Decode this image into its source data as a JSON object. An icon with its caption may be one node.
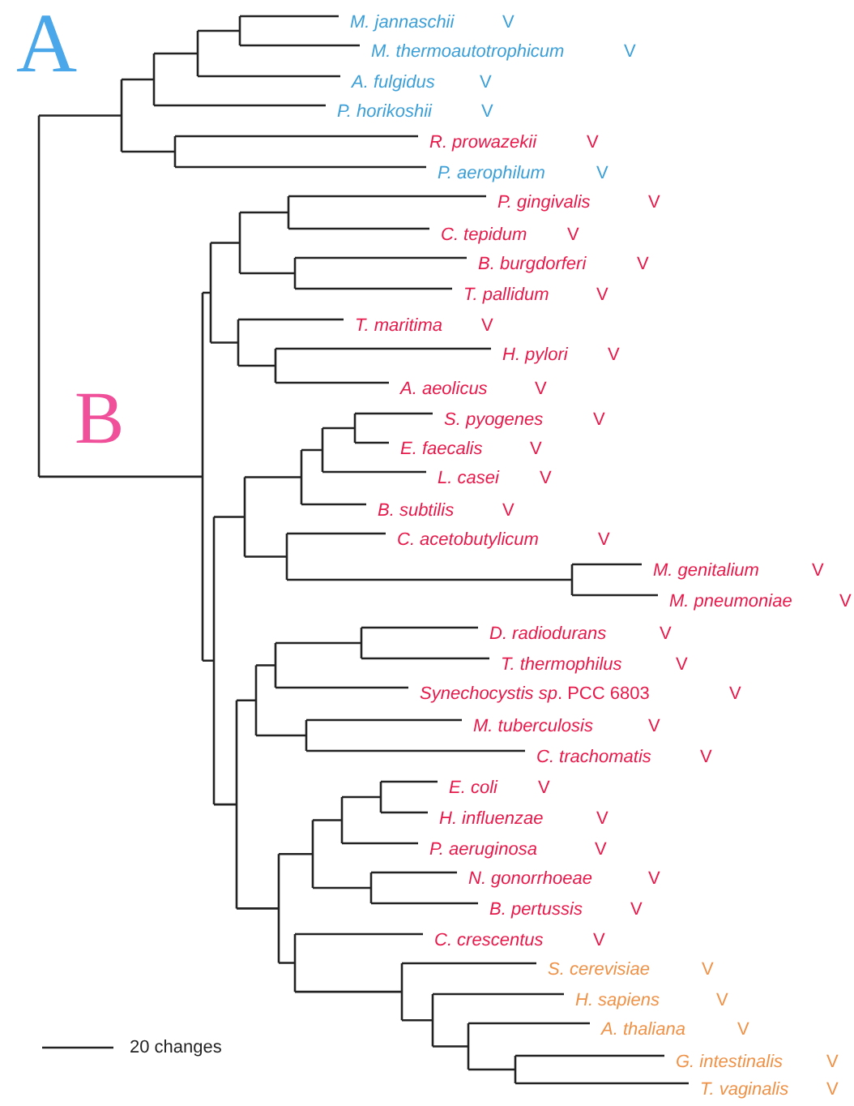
{
  "diagram": {
    "labels": [
      "A",
      "M. jannaschii",
      "V",
      "M. thermoautotrophicum",
      "V",
      "A. fulgidus",
      "V",
      "P. horikoshii",
      "V",
      "R. prowazekii",
      "V",
      "P. aerophilum",
      "V",
      "P. gingivalis",
      "V",
      "C. tepidum",
      "V",
      "B. burgdorferi",
      "V",
      "T. pallidum",
      "V",
      "T. maritima",
      "V",
      "H. pylori",
      "V",
      "A. aeolicus",
      "V",
      "B",
      "S. pyogenes",
      "V",
      "E. faecalis",
      "V",
      "L. casei",
      "V",
      "B. subtilis",
      "V",
      "C. acetobutylicum",
      "V",
      "M. genitalium",
      "V",
      "M. pneumoniae",
      "V",
      "D. radiodurans",
      "V",
      "T. thermophilus",
      "V",
      "*Synechocystis sp*. PCC 6803",
      "V",
      "M. tuberculosis",
      "V",
      "C. trachomatis",
      "V",
      "E. coli",
      "V",
      "H. influenzae",
      "V",
      "P. aeruginosa",
      "V",
      "N. gonorrhoeae",
      "V",
      "B. pertussis",
      "V",
      "C. crescentus",
      "V",
      "S. cerevisiae",
      "V",
      "H. sapiens",
      "V",
      "A. thaliana",
      "V",
      "G. intestinalis",
      "V",
      "T. vaginalis",
      "V",
      "20 changes"
    ]
  }
}
